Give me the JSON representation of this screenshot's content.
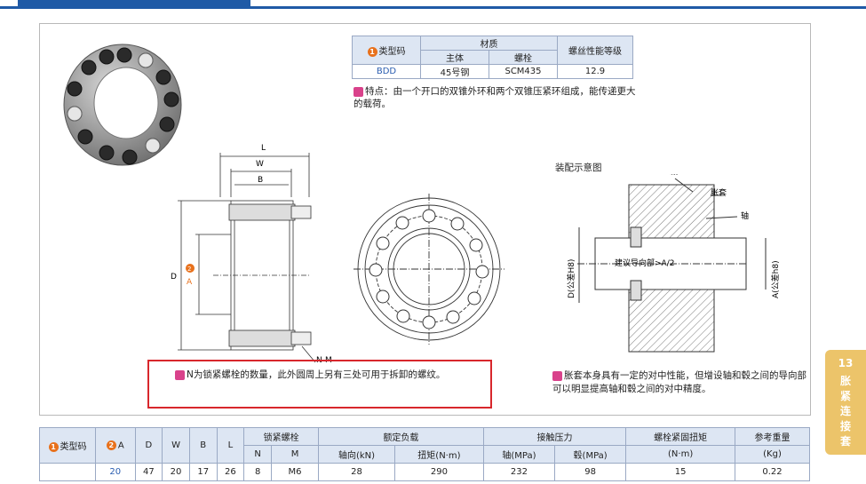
{
  "spec": {
    "type_label": "类型码",
    "material_label": "材质",
    "body_label": "主体",
    "bolt_label": "螺栓",
    "grade_label": "螺丝性能等级",
    "type_value": "BDD",
    "body_value": "45号钢",
    "bolt_value": "SCM435",
    "grade_value": "12.9",
    "num1": "1"
  },
  "feature": {
    "text": "特点：由一个开口的双锥外环和两个双锥压紧环组成，能传递更大的载荷。"
  },
  "drawing": {
    "L": "L",
    "W": "W",
    "B": "B",
    "D": "D",
    "A": "A",
    "NM": "N-M",
    "num2": "2"
  },
  "assembly": {
    "title": "装配示意图",
    "hub": "毂",
    "sleeve": "胀套",
    "shaft": "轴",
    "guide": "建议导向部>A/2",
    "d_label": "D(公差H8)",
    "a_label": "A(公差h8)"
  },
  "notes": {
    "note1": "N为锁紧螺栓的数量，此外圆周上另有三处可用于拆卸的螺纹。",
    "note2": "胀套本身具有一定的对中性能，但增设轴和毂之间的导向部可以明显提高轴和毂之间的对中精度。"
  },
  "table": {
    "h_type": "类型码",
    "h_A": "A",
    "h_D": "D",
    "h_W": "W",
    "h_B": "B",
    "h_L": "L",
    "h_bolt": "锁紧螺栓",
    "h_N": "N",
    "h_M": "M",
    "h_load": "额定负载",
    "h_axial": "轴向(kN)",
    "h_torque": "扭矩(N·m)",
    "h_pressure": "接触压力",
    "h_shaft": "轴(MPa)",
    "h_hub": "毂(MPa)",
    "h_tighten": "螺栓紧固扭矩",
    "h_tighten_unit": "(N·m)",
    "h_weight": "参考重量",
    "h_weight_unit": "(Kg)",
    "row": [
      "20",
      "47",
      "20",
      "17",
      "26",
      "8",
      "M6",
      "28",
      "290",
      "232",
      "98",
      "15",
      "0.22"
    ]
  },
  "sidetab": {
    "num": "13",
    "chars": [
      "胀",
      "紧",
      "连",
      "接",
      "套"
    ]
  },
  "colors": {
    "accent": "#1f5aa6",
    "badge": "#e8711c",
    "red": "#d8272c",
    "tab": "#ecc46a"
  }
}
